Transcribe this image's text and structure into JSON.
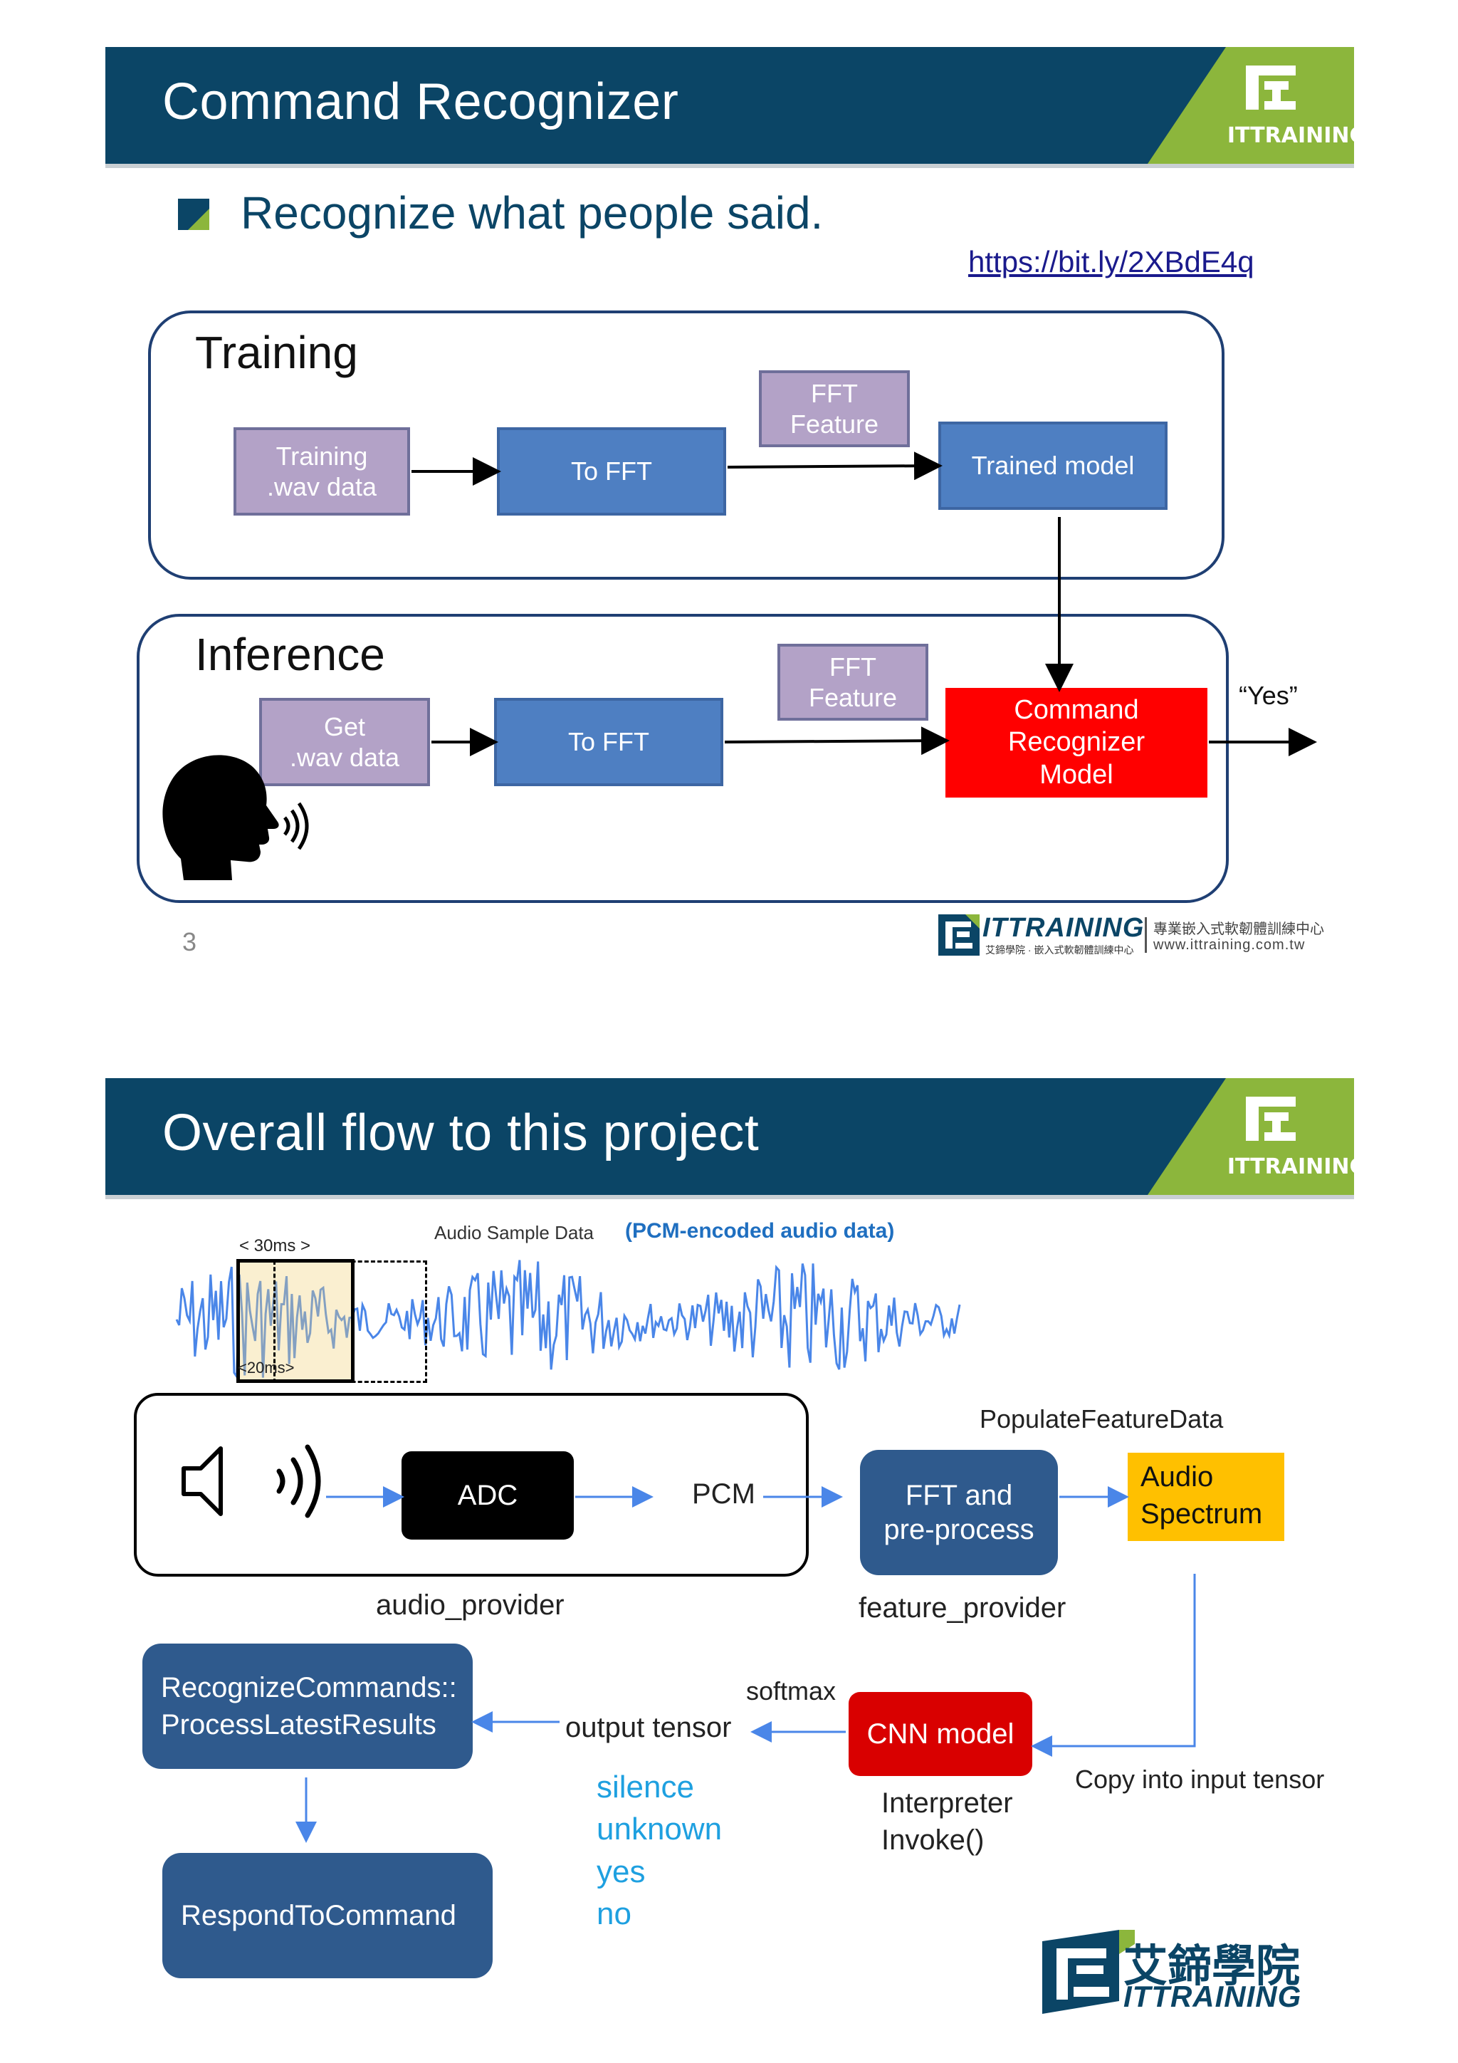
{
  "slide1": {
    "title": "Command Recognizer",
    "bullet": "Recognize what people said.",
    "link": "https://bit.ly/2XBdE4q",
    "training": {
      "label": "Training",
      "wav": "Training\n.wav data",
      "to_fft": "To  FFT",
      "fft_feature": "FFT\nFeature",
      "trained_model": "Trained model"
    },
    "inference": {
      "label": "Inference",
      "wav": "Get\n.wav data",
      "to_fft": "To FFT",
      "fft_feature": "FFT\nFeature",
      "model": "Command\nRecognizer\nModel",
      "output": "“Yes”"
    },
    "page_number": "3",
    "footer": {
      "brand": "ITTRAINING",
      "brand_sub": "艾鍗學院 · 嵌入式軟韌體訓練中心",
      "tagline": "專業嵌入式軟韌體訓練中心",
      "url": "www.ittraining.com.tw"
    }
  },
  "slide2": {
    "title": "Overall flow to this project",
    "waveform": {
      "title": "Audio Sample Data",
      "subtitle": "(PCM-encoded audio data)",
      "window_30": "< 30ms >",
      "window_20": "<20ms>"
    },
    "adc": "ADC",
    "pcm": "PCM",
    "audio_provider": "audio_provider",
    "fft": "FFT and\npre-process",
    "feature_provider": "feature_provider",
    "populate": "PopulateFeatureData",
    "spectrum": "Audio\nSpectrum",
    "copy": "Copy into input tensor",
    "cnn": "CNN model",
    "interpreter": "Interpreter\nInvoke()",
    "softmax": "softmax",
    "output_tensor": "output tensor",
    "classes": [
      "silence",
      "unknown",
      "yes",
      "no"
    ],
    "recognize": "RecognizeCommands::\nProcessLatestResults",
    "respond": "RespondToCommand",
    "logo": {
      "cn": "艾鍗學院",
      "en": "ITTRAINING"
    }
  },
  "badge_text": "ITTRAINING",
  "colors": {
    "header": "#0b4566",
    "badge_green": "#8cb63c",
    "training_box": "#b3a2c7",
    "process_box": "#4e7fc2",
    "model_red": "#ff0000",
    "flow_box": "#2f5a8d",
    "spectrum": "#ffc000",
    "cnn_red": "#d90000",
    "class_text": "#1ea0e0",
    "waveform": "#4a86e8"
  }
}
